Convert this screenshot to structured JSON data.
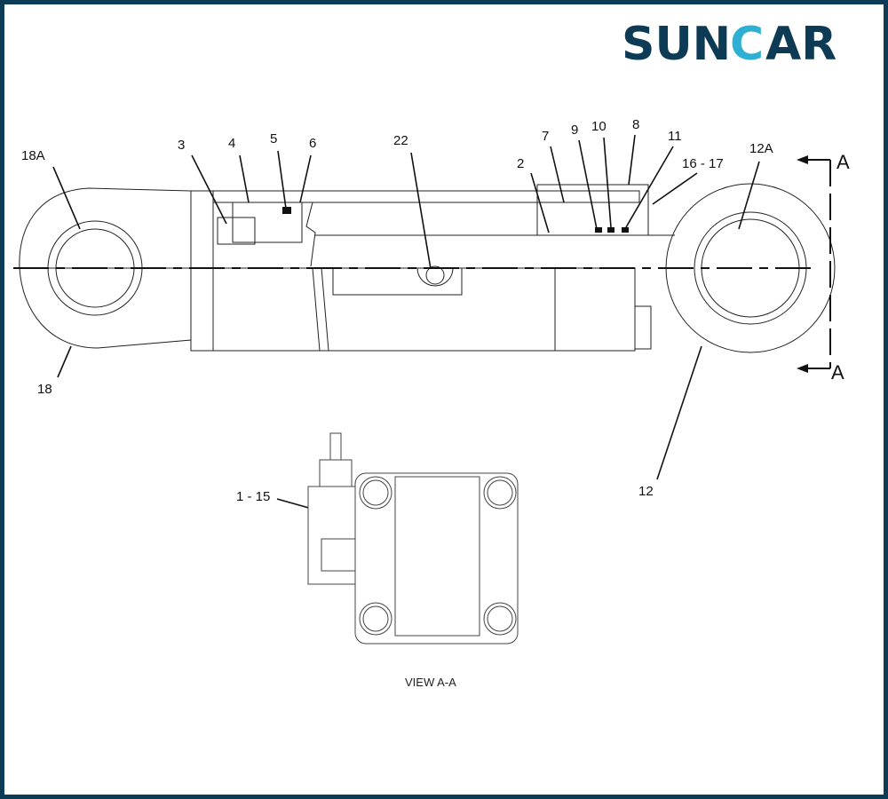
{
  "logo": {
    "text_left": "SUN",
    "text_c": "C",
    "text_right": "AR",
    "color_main": "#0d3b55",
    "color_accent": "#2fb0d3"
  },
  "frame_color": "#0d3b55",
  "callouts": {
    "c18a": "18A",
    "c3": "3",
    "c4": "4",
    "c5": "5",
    "c6": "6",
    "c22": "22",
    "c2": "2",
    "c7": "7",
    "c9": "9",
    "c10": "10",
    "c8": "8",
    "c11": "11",
    "c1617": "16 - 17",
    "c12a": "12A",
    "c18": "18",
    "c12": "12",
    "c115": "1 - 15"
  },
  "section": {
    "top": "A",
    "bottom": "A"
  },
  "view_caption": "VIEW A-A"
}
